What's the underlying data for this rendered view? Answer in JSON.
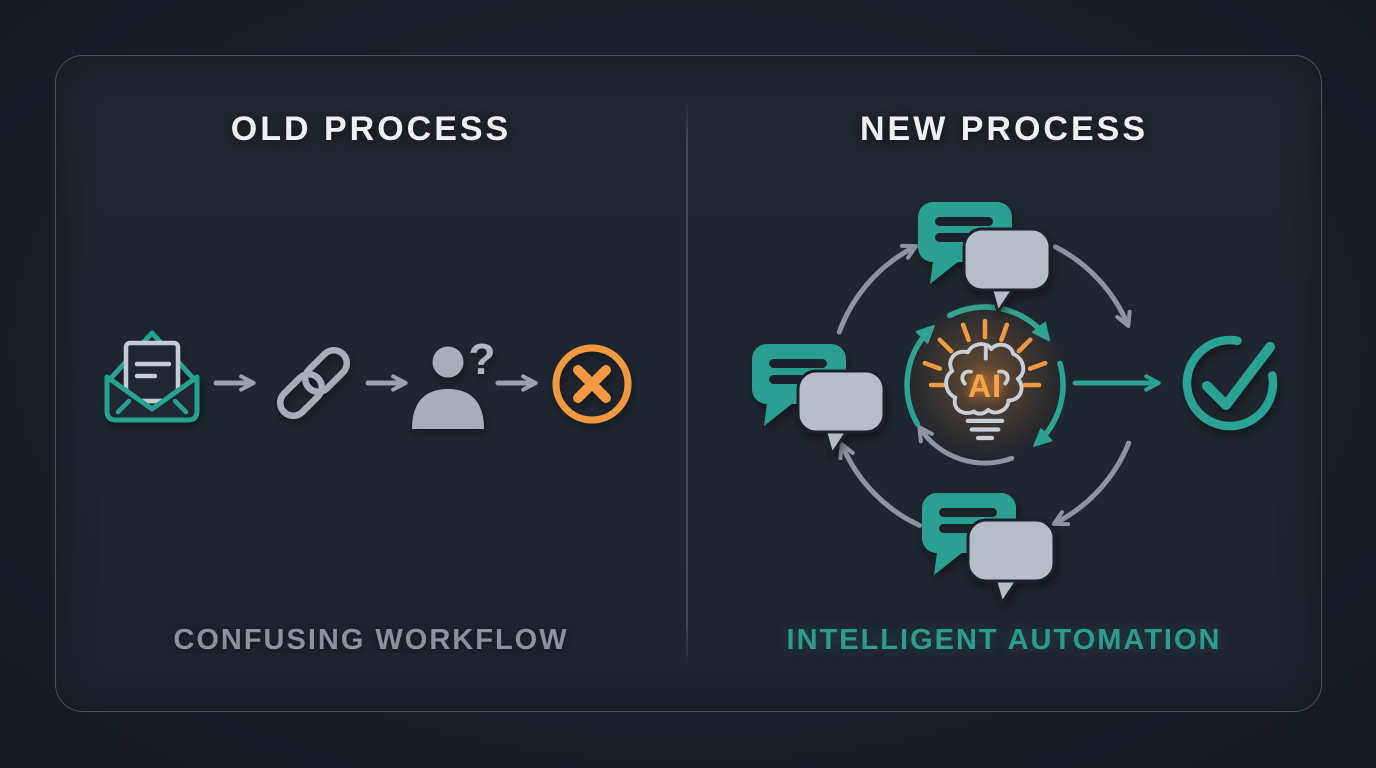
{
  "left_panel": {
    "title": "OLD PROCESS",
    "caption": "CONFUSING WORKFLOW",
    "question_mark": "?",
    "flow_icons": [
      "open-email-icon",
      "arrow-right-icon",
      "chain-link-icon",
      "arrow-right-icon",
      "confused-person-icon",
      "arrow-right-icon",
      "error-cross-circle-icon"
    ]
  },
  "right_panel": {
    "title": "NEW PROCESS",
    "caption": "INTELLIGENT AUTOMATION",
    "ai_label": "AI",
    "flow_icons": [
      "chat-bubbles-icon",
      "cycle-arrows-icon",
      "ai-brain-bulb-icon",
      "arrow-right-icon",
      "success-check-circle-icon"
    ]
  },
  "colors": {
    "teal": "#2aa296",
    "teal_caption": "#2d9c90",
    "orange": "#f2993f",
    "icon_gray": "#a0a8b2",
    "arrow_gray": "#8d95a0",
    "title_white": "#eef1f4",
    "caption_gray": "#8b929c",
    "panel_bg": "#20252e",
    "page_bg": "#1b1f27",
    "panel_border": "#4a515b"
  }
}
